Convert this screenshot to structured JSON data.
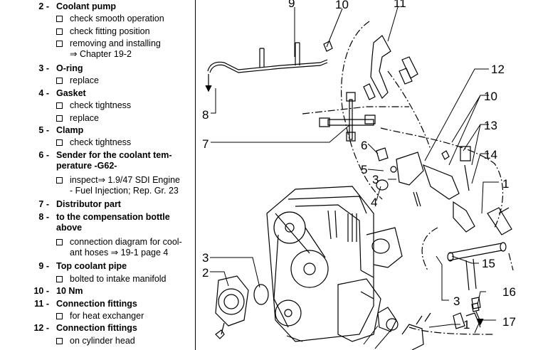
{
  "parts_list": [
    {
      "num": "2 -",
      "label": "Coolant pump",
      "subs": [
        {
          "text": "check smooth operation"
        },
        {
          "text": "check fitting position"
        },
        {
          "text": "removing and installing",
          "cont": "⇒ Chapter 19-2"
        }
      ]
    },
    {
      "num": "3 -",
      "label": "O-ring",
      "subs": [
        {
          "text": "replace"
        }
      ]
    },
    {
      "num": "4 -",
      "label": "Gasket",
      "subs": [
        {
          "text": "check tightness"
        },
        {
          "text": "replace"
        }
      ]
    },
    {
      "num": "5 -",
      "label": "Clamp",
      "subs": [
        {
          "text": "check tightness"
        }
      ]
    },
    {
      "num": "6 -",
      "label": "Sender for the coolant tem-",
      "label2": "perature -G62-",
      "subs": [
        {
          "text": "inspect⇒ 1.9/47 SDI Engine",
          "cont": "- Fuel Injection; Rep. Gr. 23"
        }
      ]
    },
    {
      "num": "7 -",
      "label": "Distributor part",
      "subs": []
    },
    {
      "num": "8 -",
      "label": "to the compensation bottle",
      "label2": "above",
      "subs": [
        {
          "text": "connection diagram for cool-",
          "cont": "ant hoses ⇒ 19-1 page 4"
        }
      ]
    },
    {
      "num": "9 -",
      "label": "Top coolant pipe",
      "subs": [
        {
          "text": "bolted to intake manifold"
        }
      ]
    },
    {
      "num": "10 -",
      "label": "10 Nm",
      "subs": []
    },
    {
      "num": "11 -",
      "label": "Connection fittings",
      "subs": [
        {
          "text": "for heat exchanger"
        }
      ]
    },
    {
      "num": "12 -",
      "label": "Connection fittings",
      "subs": [
        {
          "text": "on cylinder head"
        }
      ]
    }
  ],
  "callouts": [
    "9",
    "10",
    "11",
    "12",
    "10",
    "13",
    "14",
    "1",
    "8",
    "7",
    "6",
    "5",
    "3",
    "4",
    "3",
    "2",
    "15",
    "3",
    "16",
    "1",
    "17"
  ]
}
